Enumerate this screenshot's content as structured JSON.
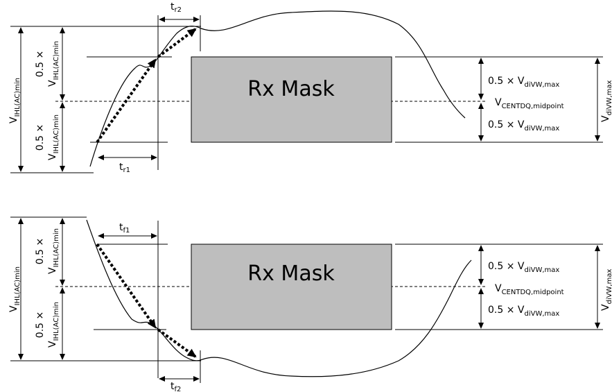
{
  "diagram": {
    "top_panel": {
      "mask_label": "Rx Mask",
      "t_first": {
        "base": "t",
        "sub": "r1"
      },
      "t_second": {
        "base": "t",
        "sub": "r2"
      }
    },
    "bottom_panel": {
      "mask_label": "Rx Mask",
      "t_first": {
        "base": "t",
        "sub": "f1"
      },
      "t_second": {
        "base": "t",
        "sub": "f2"
      }
    },
    "labels": {
      "v_ihl": {
        "base": "V",
        "sub": "IHL(AC)min"
      },
      "half_prefix": "0.5 ×",
      "half_v_ihl": {
        "base": "V",
        "sub": "IHL(AC)min"
      },
      "half_vdivw": {
        "prefix": "0.5 × V",
        "sub": "diVW,max"
      },
      "vcent": {
        "base": "V",
        "sub": "CENTDQ,midpoint"
      },
      "vdivw_max": {
        "base": "V",
        "sub": "diVW,max"
      }
    }
  }
}
